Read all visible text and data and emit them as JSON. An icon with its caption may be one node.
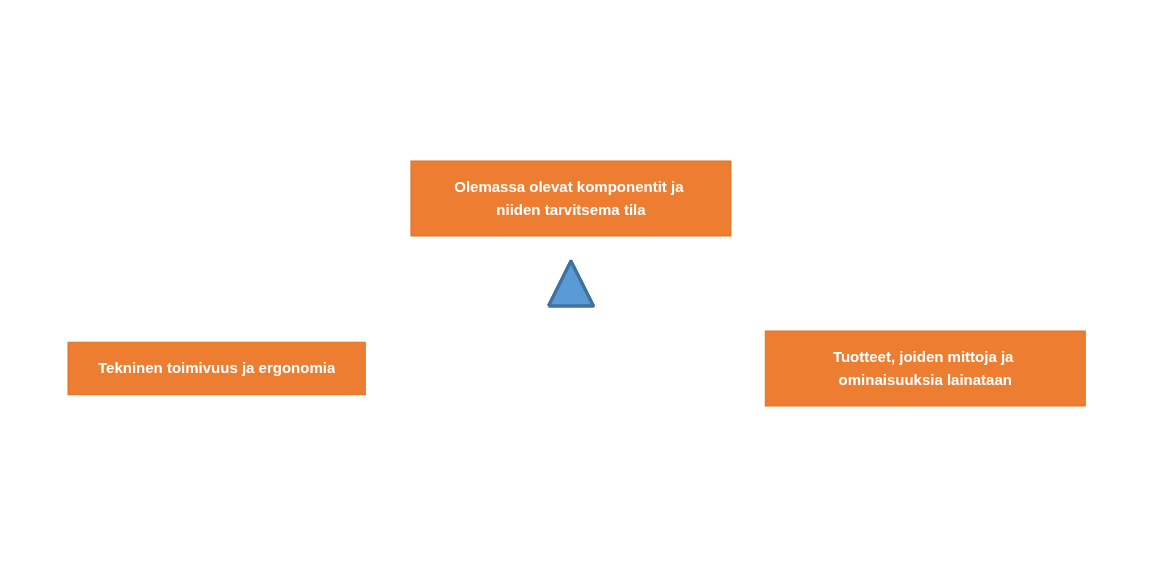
{
  "diagram": {
    "nodes": [
      {
        "text": [
          "Olemassa olevat komponentit ja niiden tarvitsema tila"
        ]
      },
      {
        "text": [],
        "shape": "triangle"
      },
      {
        "text": [
          "Tekninen toimivuus ja ergonomia"
        ]
      },
      {
        "text": [
          "Tuotteet, joiden mittoja ja ominaisuuksia lainataan"
        ]
      }
    ],
    "edges": []
  }
}
